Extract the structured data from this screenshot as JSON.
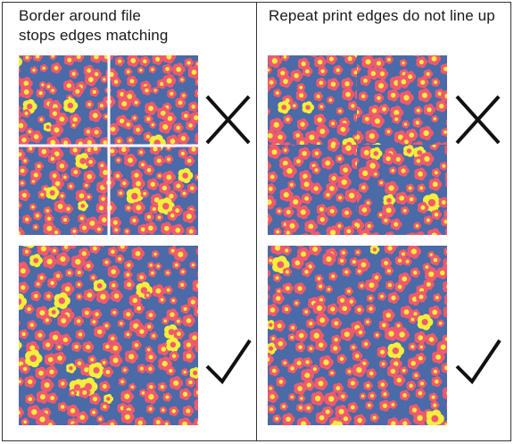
{
  "left": {
    "title": "Border around file\nstops edges matching",
    "top_result": "wrong",
    "bottom_result": "correct"
  },
  "right": {
    "title": "Repeat print edges do not line up",
    "top_result": "wrong",
    "bottom_result": "correct"
  },
  "icons": {
    "wrong": "cross-mark-icon",
    "correct": "check-mark-icon"
  },
  "colors": {
    "background": "#4a6aa8",
    "flower_petal": "#ef5a6e",
    "flower_center": "#f5ec3c",
    "yellow_petal": "#f4ef3a",
    "yellow_center": "#ef5a6e",
    "grid_line": "#ffffff"
  }
}
